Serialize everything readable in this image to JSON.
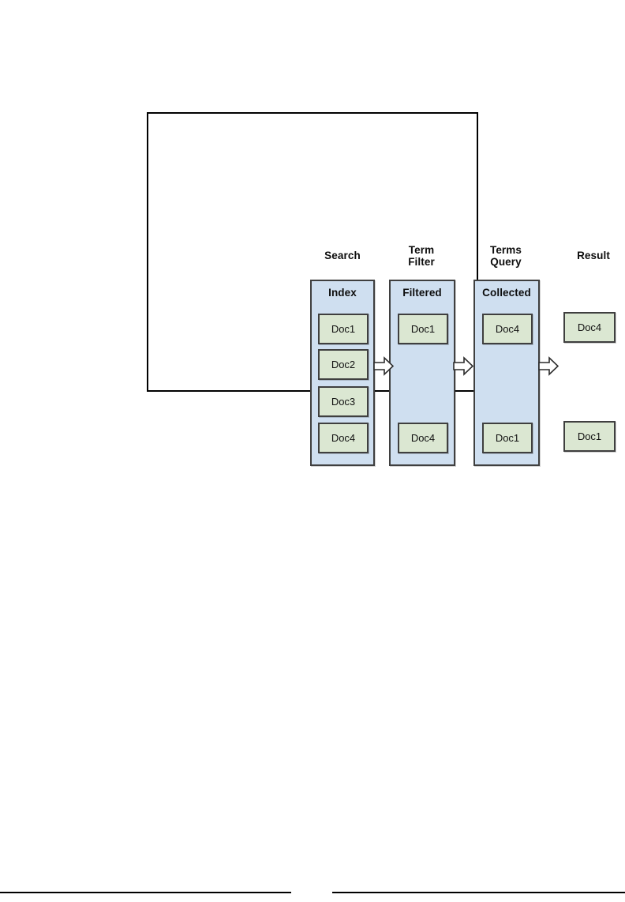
{
  "figure": {
    "stages": [
      {
        "id": "search",
        "heading": "Search",
        "container_label": "Index",
        "docs": [
          "Doc1",
          "Doc2",
          "Doc3",
          "Doc4"
        ]
      },
      {
        "id": "term-filter",
        "heading": "Term\nFilter",
        "container_label": "Filtered",
        "docs": [
          "Doc1",
          "Doc4"
        ]
      },
      {
        "id": "terms-query",
        "heading": "Terms\nQuery",
        "container_label": "Collected",
        "docs": [
          "Doc4",
          "Doc1"
        ]
      },
      {
        "id": "result",
        "heading": "Result",
        "container_label": "",
        "docs": [
          "Doc4",
          "Doc1"
        ]
      }
    ],
    "arrows": [
      {
        "name": "arrow-search-to-filter",
        "direction": "right"
      },
      {
        "name": "arrow-filter-to-query",
        "direction": "right"
      },
      {
        "name": "arrow-query-to-result",
        "direction": "right"
      }
    ],
    "colors": {
      "container_fill": "#cfdff0",
      "document_fill": "#dbe7d2",
      "border": "#3f3f3f",
      "frame_border": "#000000",
      "text": "#0d0d0d",
      "arrow_fill": "#ffffff"
    }
  }
}
